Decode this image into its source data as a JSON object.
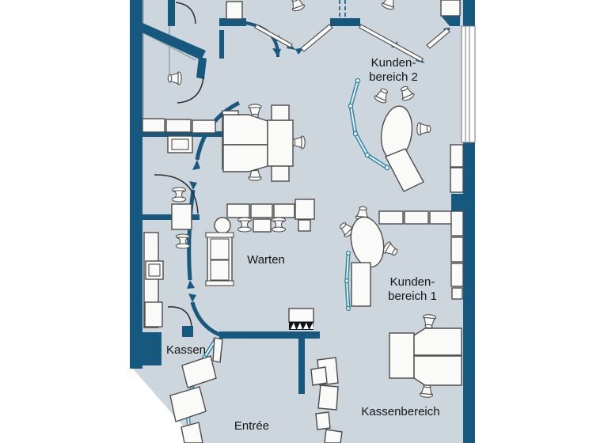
{
  "figure": {
    "type": "floor-plan",
    "language": "de"
  },
  "colors": {
    "wall": "#16587e",
    "floor": "#cdd5dd",
    "partition": "#2f86a6",
    "furniture": "#fafaf8",
    "furniture_outline": "#4c4c4c",
    "door_arc": "#2e2e2e",
    "label_text": "#161616",
    "page_background": "#ffffff"
  },
  "rooms": {
    "kundenbereich2": {
      "label_line1": "Kunden-",
      "label_line2": "bereich 2"
    },
    "kundenbereich1": {
      "label_line1": "Kunden-",
      "label_line2": "bereich 1"
    },
    "warten": {
      "label": "Warten"
    },
    "kassen": {
      "label": "Kassen"
    },
    "entree": {
      "label": "Entrée"
    },
    "kassenbereich": {
      "label": "Kassenbereich"
    }
  }
}
